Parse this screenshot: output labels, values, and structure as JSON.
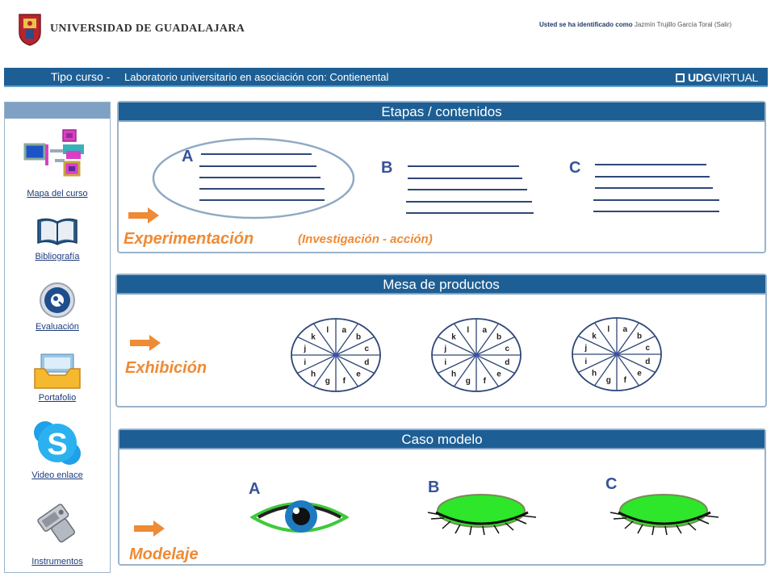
{
  "header": {
    "university": "UNIVERSIDAD DE GUADALAJARA",
    "user_prefix": "Usted se ha identificado como",
    "user_name": "Jazmín Trujillo García Toral",
    "logout": "(Salir)"
  },
  "title_bar": {
    "prefix": "Tipo curso -",
    "text": "Laboratorio universitario en asociación con: Contienental",
    "brand_bold": "UDG",
    "brand_rest": "VIRTUAL"
  },
  "sidebar": {
    "items": [
      {
        "label": "Mapa del curso",
        "icon": "course-map-icon"
      },
      {
        "label": "Bibliografía",
        "icon": "book-icon"
      },
      {
        "label": "Evaluación",
        "icon": "evaluation-icon"
      },
      {
        "label": "Portafolio",
        "icon": "folder-tray-icon"
      },
      {
        "label": "Video enlace",
        "icon": "skype-icon"
      },
      {
        "label": "Instrumentos",
        "icon": "tools-icon"
      }
    ]
  },
  "panels": {
    "etapas": {
      "title": "Etapas / contenidos",
      "letters": [
        "A",
        "B",
        "C"
      ],
      "main_label": "Experimentación",
      "sub_label": "(Investigación - acción)"
    },
    "mesa": {
      "title": "Mesa de productos",
      "main_label": "Exhibición",
      "wheel_letters": [
        "a",
        "b",
        "c",
        "d",
        "e",
        "f",
        "g",
        "h",
        "i",
        "j",
        "k",
        "l"
      ]
    },
    "caso": {
      "title": "Caso modelo",
      "letters": [
        "A",
        "B",
        "C"
      ],
      "main_label": "Modelaje"
    }
  },
  "colors": {
    "header_blue": "#1d5f95",
    "accent_orange": "#ef8a35",
    "letter_blue": "#37549a"
  }
}
